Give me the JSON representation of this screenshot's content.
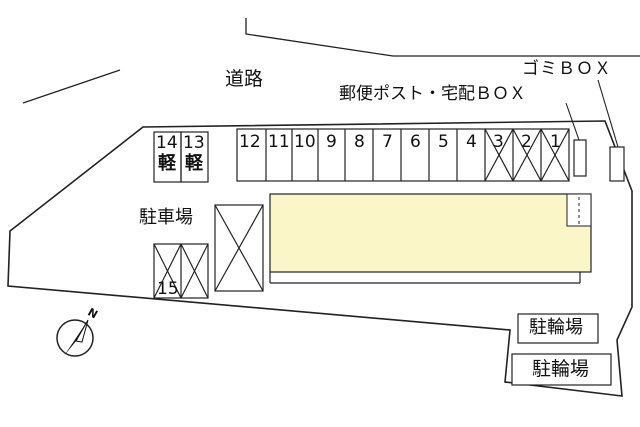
{
  "labels": {
    "road": "道路",
    "garbage_box": "ゴミＢＯＸ",
    "mail_box": "郵便ポスト・宅配ＢＯＸ",
    "parking": "駐車場",
    "bicycle_parking_1": "駐輪場",
    "bicycle_parking_2": "駐輪場",
    "north": "N"
  },
  "parking_row": {
    "spaces": [
      "12",
      "11",
      "10",
      "9",
      "8",
      "7",
      "6",
      "5",
      "4",
      "3",
      "2",
      "1"
    ],
    "crossed": [
      "3",
      "2",
      "1"
    ]
  },
  "light_car_spaces": [
    {
      "number": "14",
      "type": "軽"
    },
    {
      "number": "13",
      "type": "軽"
    }
  ],
  "space_15": "15",
  "colors": {
    "building": "#fbf6c8",
    "line": "#222222",
    "road_fill": "#ffffff"
  }
}
